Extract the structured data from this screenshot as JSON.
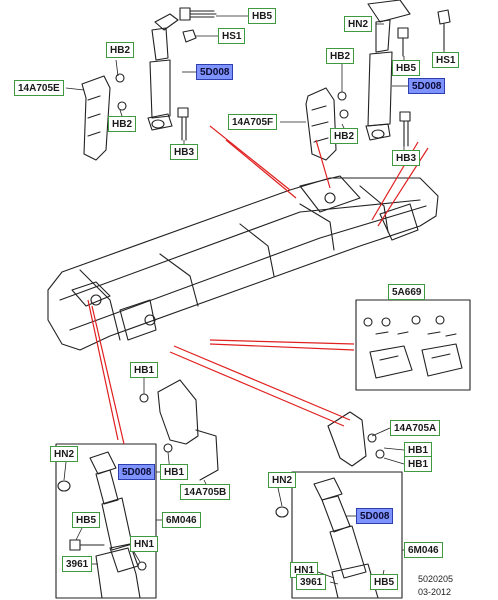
{
  "labels": {
    "hb5_top": "HB5",
    "hs1_top": "HS1",
    "hn2_top": "HN2",
    "hb5_top_right": "HB5",
    "hs1_top_right": "HS1",
    "hb2_left_upper": "HB2",
    "hb2_left_lower": "HB2",
    "bracket_14a705e": "14A705E",
    "shock_5d008_upper_left": "5D008",
    "hb3_left": "HB3",
    "bracket_14a705f": "14A705F",
    "hb2_right_upper": "HB2",
    "hb2_right_lower": "HB2",
    "shock_5d008_upper_right": "5D008",
    "hb3_right": "HB3",
    "mount_kit_5a669": "5A669",
    "hb1_lower_left": "HB1",
    "hn2_lower_left": "HN2",
    "shock_5d008_lower_left": "5D008",
    "hb1_lower_left_b": "HB1",
    "bracket_14a705b": "14A705B",
    "hb5_lower_left": "HB5",
    "part_6m046_left": "6M046",
    "hn1_lower_left": "HN1",
    "part_3961_left": "3961",
    "bracket_14a705a": "14A705A",
    "hb1_lower_right_a": "HB1",
    "hb1_lower_right_b": "HB1",
    "hn2_lower_right": "HN2",
    "shock_5d008_lower_right": "5D008",
    "part_6m046_right": "6M046",
    "hn1_lower_right": "HN1",
    "part_3961_right": "3961",
    "hb5_lower_right": "HB5"
  },
  "footer": {
    "drawing_number": "5020205",
    "drawing_date": "03-2012"
  },
  "colors": {
    "label_border": "#3f9a3f",
    "part_label_fill": "#7f93ff",
    "leader_red": "#e02020",
    "line_art": "#222222"
  }
}
